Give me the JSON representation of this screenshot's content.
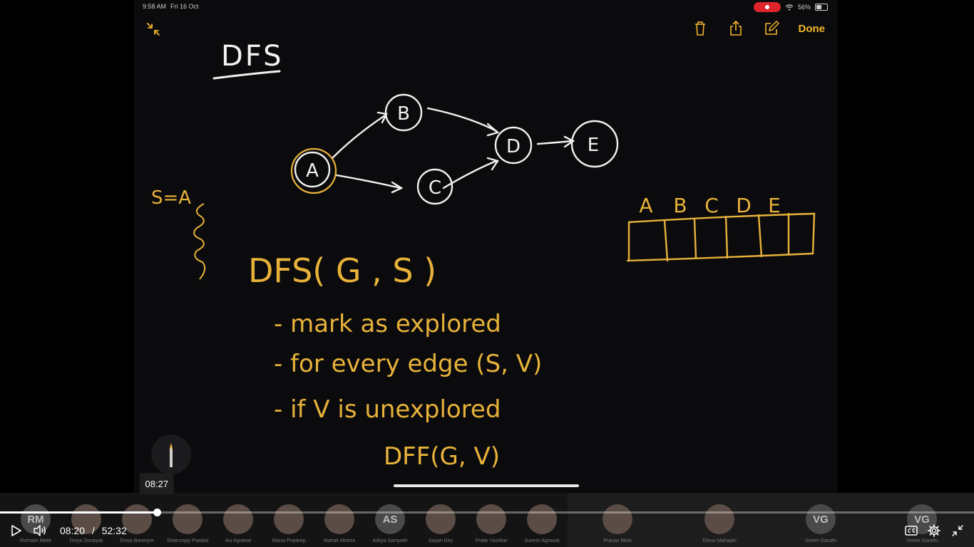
{
  "ipad": {
    "time": "9:58 AM",
    "date": "Fri 16 Oct",
    "battery": "56%",
    "battery_level": 0.56,
    "done_label": "Done"
  },
  "notes": {
    "title": "DFS",
    "source": "S=A",
    "nodes": [
      "A",
      "B",
      "C",
      "D",
      "E"
    ],
    "array_labels": [
      "A",
      "B",
      "C",
      "D",
      "E"
    ],
    "code": {
      "signature": "DFS( G , S )",
      "line1": "- mark as explored",
      "line2": "- for every edge (S, V)",
      "line3": "- if V is unexplored",
      "line4": "DFF(G, V)"
    }
  },
  "participants": [
    {
      "initials": "RM",
      "name": "Rishabh Malik"
    },
    {
      "initials": "",
      "name": "Divya Doraiyali"
    },
    {
      "initials": "",
      "name": "Divya Banerjee"
    },
    {
      "initials": "",
      "name": "Shatrunjay Padalia"
    },
    {
      "initials": "",
      "name": "Avi Agrawal"
    },
    {
      "initials": "",
      "name": "Mansi Pradeep"
    },
    {
      "initials": "",
      "name": "Mahak Mishra"
    },
    {
      "initials": "AS",
      "name": "Aditya Sampath"
    },
    {
      "initials": "",
      "name": "Sayan Dey"
    },
    {
      "initials": "",
      "name": "Pratik Yashkar"
    },
    {
      "initials": "",
      "name": "Suresh Agrawal"
    },
    {
      "initials": "",
      "name": "Pranav Modi"
    },
    {
      "initials": "",
      "name": "Dhruv Mahajan"
    },
    {
      "initials": "VG",
      "name": "Vineet Gandhi"
    },
    {
      "initials": "VG",
      "name": "Vineet Gandhi"
    }
  ],
  "player": {
    "current_time": "08:20",
    "separator": "/",
    "duration": "52:32",
    "hover_time": "08:27",
    "progress_fraction": 0.1587,
    "hover_fraction": 0.1609
  },
  "colors": {
    "accent": "#f3b42a",
    "ink_white": "#f2f2f2",
    "ink_yellow": "#e8b23a"
  }
}
